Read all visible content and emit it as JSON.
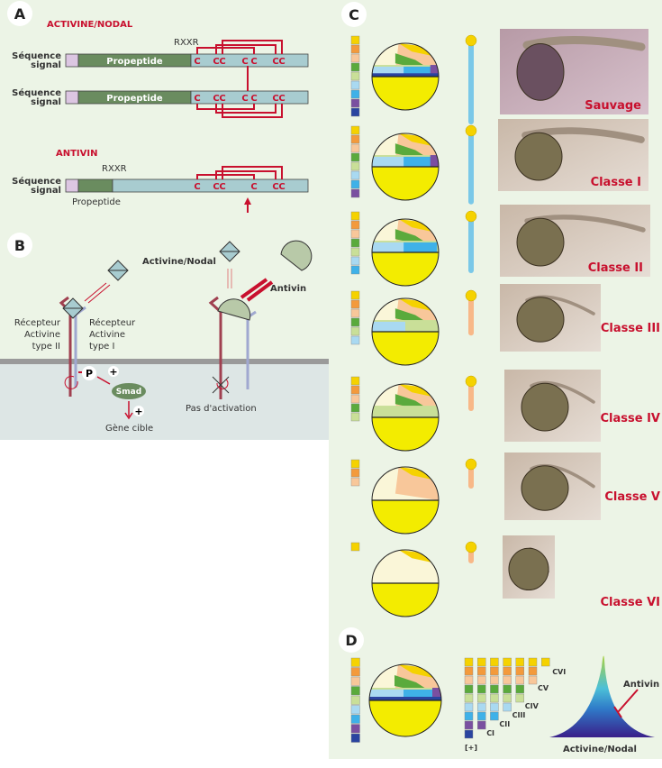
{
  "panels": {
    "a": "A",
    "b": "B",
    "c": "C",
    "d": "D"
  },
  "panel_a": {
    "activine_title": "ACTIVINE/NODAL",
    "antivin_title": "ANTIVIN",
    "rxxr": "RXXR",
    "signal_line1": "Séquence",
    "signal_line2": "signal",
    "propeptide": "Propeptide",
    "cysteine": "C"
  },
  "panel_b": {
    "ligand": "Activine/Nodal",
    "antivin": "Antivin",
    "receptor2_l1": "Récepteur",
    "receptor2_l2": "Activine",
    "receptor2_l3": "type II",
    "receptor1_l1": "Récepteur",
    "receptor1_l2": "Activine",
    "receptor1_l3": "type I",
    "phospho": "P",
    "plus": "+",
    "smad": "Smad",
    "target": "Gène cible",
    "no_activation": "Pas d'activation"
  },
  "panel_c": {
    "rows": [
      {
        "label": "Sauvage",
        "fate_count": 9
      },
      {
        "label": "Classe I",
        "fate_count": 8
      },
      {
        "label": "Classe II",
        "fate_count": 7
      },
      {
        "label": "Classe III",
        "fate_count": 6
      },
      {
        "label": "Classe IV",
        "fate_count": 5
      },
      {
        "label": "Classe V",
        "fate_count": 3
      },
      {
        "label": "Classe VI",
        "fate_count": 1
      }
    ]
  },
  "panel_d": {
    "columns": [
      {
        "label": "[+]",
        "fate_count": 9
      },
      {
        "label": "CI",
        "fate_count": 8
      },
      {
        "label": "CII",
        "fate_count": 7
      },
      {
        "label": "CIII",
        "fate_count": 6
      },
      {
        "label": "CIV",
        "fate_count": 5
      },
      {
        "label": "CV",
        "fate_count": 3
      },
      {
        "label": "CVI",
        "fate_count": 1
      }
    ],
    "antivin": "Antivin",
    "gradient_label": "Activine/Nodal"
  },
  "colors": {
    "fates": [
      "#f5d200",
      "#f39a3c",
      "#f8c79a",
      "#5aaa3c",
      "#c9df98",
      "#a9d9f1",
      "#3fb1e8",
      "#7a4fa0",
      "#2a44a0"
    ],
    "background": "#ecf4e6",
    "accent": "#c8102e",
    "yolk": "#f3ec00"
  }
}
